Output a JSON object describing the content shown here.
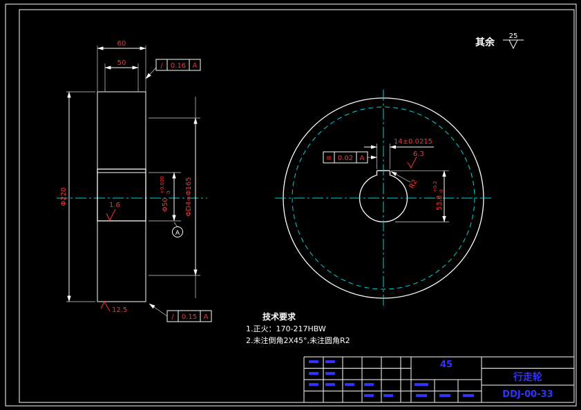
{
  "general_note": {
    "label": "其余",
    "value": "25"
  },
  "tech_req": {
    "title": "技术要求",
    "items": [
      "1.正火：170-217HBW",
      "2.未注倒角2X45°,未注圆角R2"
    ]
  },
  "section_view": {
    "dim_width": "60",
    "dim_groove_width": "50",
    "dim_outer_dia": "Φ220",
    "bore": {
      "dia": "Φ50",
      "tol_upper": "+0.030",
      "tol_lower": "0"
    },
    "ref_dia": "ΦD4=Φ165",
    "roughness_bore": "1.6",
    "roughness_face": "12.5",
    "datum_label": "A",
    "fcf_top": {
      "symbol": "/",
      "tolerance": "0.16",
      "datum": "A"
    },
    "fcf_bottom": {
      "symbol": "/",
      "tolerance": "0.15",
      "datum": "A"
    }
  },
  "front_view": {
    "dim_keyway_width": "14±0.0215",
    "roughness_keyway": "6.3",
    "fcf_symmetry": {
      "symbol": "≡",
      "tolerance": "0.02",
      "datum": "A"
    },
    "radius_label": "R2",
    "keyway_depth": {
      "value": "53.8",
      "tol_upper": "+0.2",
      "tol_lower": "0"
    }
  },
  "title_block": {
    "material": "45",
    "part_name": "行走轮",
    "drawing_no": "DDJ-00-33"
  },
  "colors": {
    "background": "#000000",
    "drawing_line": "#ffffff",
    "dimension_text": "#ff3333",
    "hatch": "#00a800",
    "centerline": "#00d8d8",
    "title_text": "#3333ff"
  }
}
